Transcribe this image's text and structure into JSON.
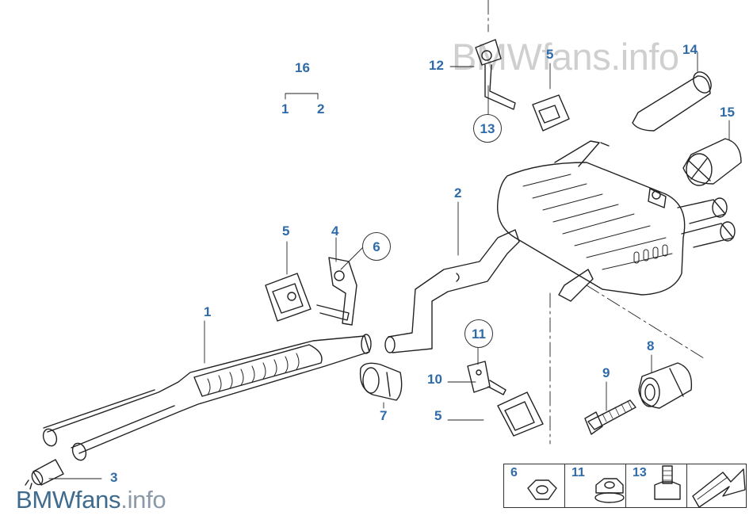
{
  "watermark": {
    "top_brand": "BMWfans",
    "top_tld": ".info",
    "bottom_brand": "BMWfans",
    "bottom_tld": ".info"
  },
  "callouts": {
    "c16": "16",
    "c16_sub1": "1",
    "c16_sub2": "2",
    "c12": "12",
    "c5_top": "5",
    "c14": "14",
    "c15": "15",
    "c13": "13",
    "c2": "2",
    "c5_mid": "5",
    "c4": "4",
    "c6": "6",
    "c1": "1",
    "c11": "11",
    "c10": "10",
    "c8": "8",
    "c9": "9",
    "c7": "7",
    "c5_bot": "5",
    "c3": "3"
  },
  "legend": {
    "item1": "6",
    "item2": "11",
    "item3": "13"
  },
  "colors": {
    "callout": "#2e6ba8",
    "line": "#222222",
    "watermark_light": "#cfcfcf",
    "watermark_dark": "#3e6b8e"
  }
}
